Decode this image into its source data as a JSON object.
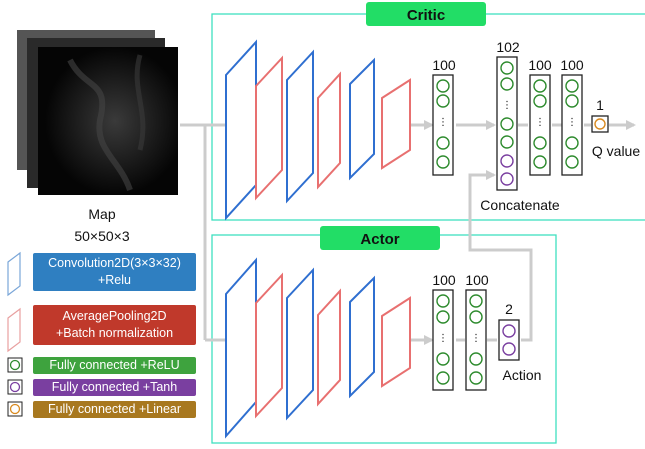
{
  "critic": {
    "title": "Critic",
    "labels": {
      "fc1_size": "100",
      "concat_size": "102",
      "fc2_size": "100",
      "fc3_size": "100",
      "out_size": "1",
      "output": "Q value",
      "concatenate": "Concatenate"
    }
  },
  "actor": {
    "title": "Actor",
    "labels": {
      "fc1_size": "100",
      "fc2_size": "100",
      "out_size": "2",
      "output": "Action"
    }
  },
  "input": {
    "label": "Map",
    "shape": "50×50×3"
  },
  "legend": [
    {
      "icon": "conv-layer-icon",
      "color": "#2f7fc1",
      "line1": "Convolution2D(3×3×32)",
      "line2": "+Relu"
    },
    {
      "icon": "pool-layer-icon",
      "color": "#c0392b",
      "line1": "AveragePooling2D",
      "line2": "+Batch normalization"
    },
    {
      "icon": "relu-neuron-icon",
      "color": "#3ea33e",
      "line1": "Fully connected +ReLU"
    },
    {
      "icon": "tanh-neuron-icon",
      "color": "#7a3fa0",
      "line1": "Fully connected +Tanh"
    },
    {
      "icon": "linear-neuron-icon",
      "color": "#a8781f",
      "line1": "Fully connected +Linear"
    }
  ],
  "colors": {
    "teal": "#3fe0c0",
    "title_green": "#22dd66",
    "conv_blue": "#2f6fd0",
    "pool_red": "#e87070",
    "relu_green": "#2e8b2e",
    "tanh_purple": "#7a3fa0",
    "linear_orange": "#d98a20",
    "arrow_gray": "#cccccc"
  }
}
